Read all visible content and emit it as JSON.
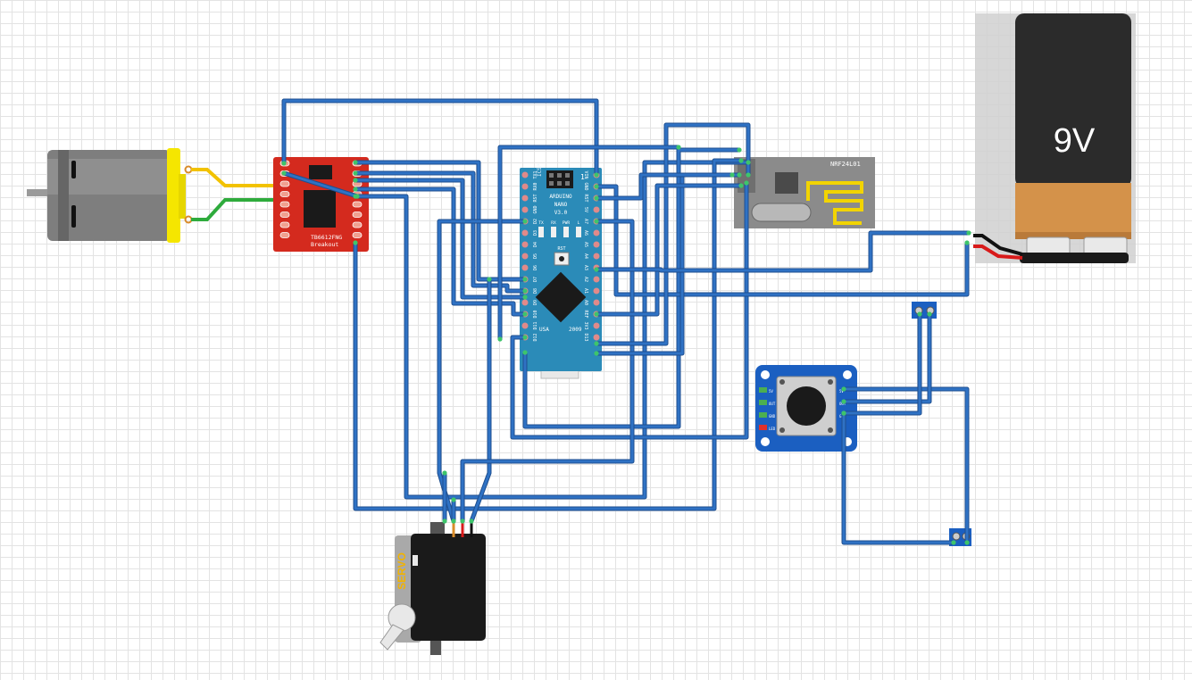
{
  "driver": {
    "label_line1": "TB6612FNG",
    "label_line2": "Breakout"
  },
  "nano": {
    "title_line1": "ARDUINO",
    "title_line2": "NANO",
    "title_line3": "V3.0",
    "icsp_label": "ICSP",
    "pin1_label": "1",
    "led_labels": [
      "TX",
      "RX",
      "PWR",
      "L"
    ],
    "rst_label": "RST",
    "usa_label": "USA",
    "year_label": "2009",
    "left_pins": [
      "TX1",
      "RX0",
      "RST",
      "GND",
      "D2",
      "D3",
      "D4",
      "D5",
      "D6",
      "D7",
      "D8",
      "D9",
      "D10",
      "D11",
      "D12"
    ],
    "right_pins": [
      "VIN",
      "GND",
      "RST",
      "5V",
      "A7",
      "A6",
      "A5",
      "A4",
      "A3",
      "A2",
      "A1",
      "A0",
      "REF",
      "3V3",
      "D13"
    ]
  },
  "radio": {
    "label": "NRF24L01"
  },
  "battery": {
    "label": "9V"
  },
  "servo": {
    "label": "SERVO"
  },
  "button_module": {
    "pins": [
      "5V",
      "OUT",
      "GND",
      "LED"
    ]
  },
  "colors": {
    "wire": "#2f72c4",
    "wire_dark": "#1f5aa8",
    "driver_pcb": "#d42a1e",
    "nano_pcb": "#2b8bb8",
    "button_pcb": "#1b5fc1",
    "battery_top": "#2b2b2b",
    "battery_bottom": "#d4924a"
  }
}
